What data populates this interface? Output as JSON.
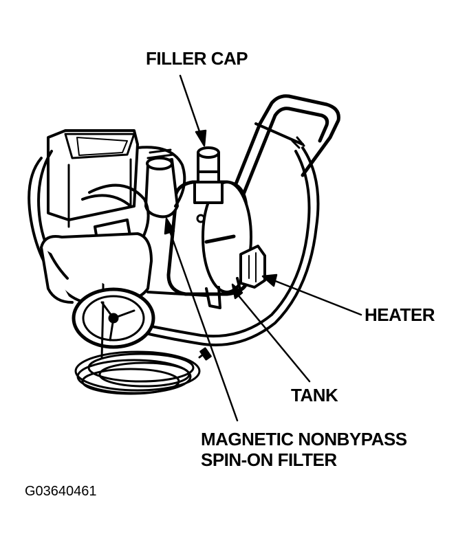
{
  "labels": {
    "filler_cap": "FILLER CAP",
    "heater": "HEATER",
    "tank": "TANK",
    "filter_line1": "MAGNETIC NONBYPASS",
    "filter_line2": "SPIN-ON FILTER"
  },
  "figure_id": "G03640461",
  "colors": {
    "ink": "#000000",
    "paper": "#ffffff"
  }
}
